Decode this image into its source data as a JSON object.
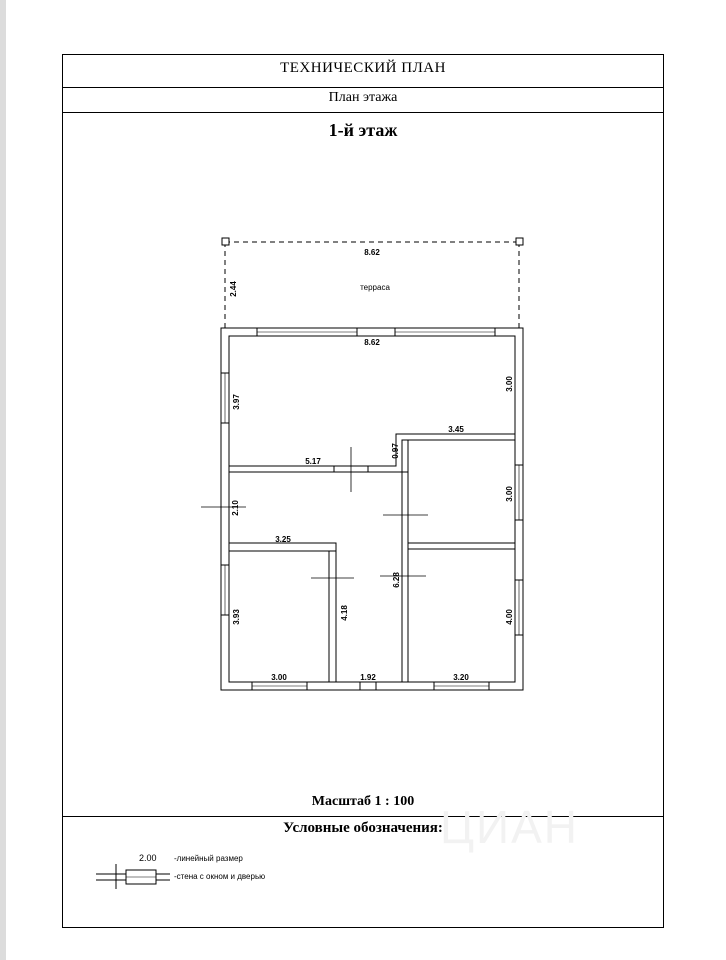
{
  "header": {
    "title": "ТЕХНИЧЕСКИЙ ПЛАН",
    "subtitle": "План этажа",
    "floor": "1-й этаж"
  },
  "plan": {
    "terrace_label": "терраса",
    "dims": {
      "terrace_width": "8.62",
      "terrace_depth": "2.44",
      "top_room_width": "8.62",
      "top_room_left": "3.97",
      "top_room_right": "3.00",
      "hall_top": "5.17",
      "step": "0.97",
      "right_top_width": "3.45",
      "hall_left": "2.10",
      "right_mid": "3.00",
      "left_room_top": "3.25",
      "corridor_height": "6.28",
      "left_room_left": "3.93",
      "corridor_left": "4.18",
      "right_low": "4.00",
      "left_room_bottom": "3.00",
      "corridor_bottom": "1.92",
      "right_room_bottom": "3.20"
    }
  },
  "footer": {
    "scale": "Масштаб 1 : 100",
    "legend_title": "Условные обозначения:",
    "legend": [
      {
        "sample": "2.00",
        "text": "-линейный размер"
      },
      {
        "text": "-стена с окном и дверью"
      }
    ]
  },
  "watermark": "ЦИАН"
}
